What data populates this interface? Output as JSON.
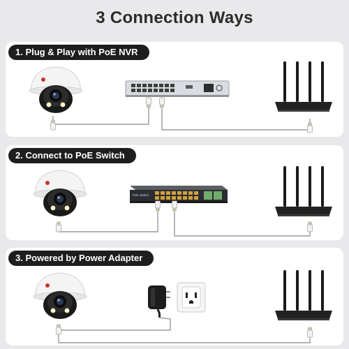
{
  "title": "3 Connection Ways",
  "methods": [
    {
      "label": "1. Plug & Play with PoE NVR"
    },
    {
      "label": "2. Connect to PoE Switch"
    },
    {
      "label": "3. Powered by Power Adapter"
    }
  ],
  "switch_brand": "PoE Switch",
  "icons": [
    "dome-camera-icon",
    "nvr-recorder-icon",
    "poe-switch-icon",
    "power-adapter-icon",
    "wall-outlet-icon",
    "wifi-router-icon",
    "ethernet-plug-icon"
  ]
}
